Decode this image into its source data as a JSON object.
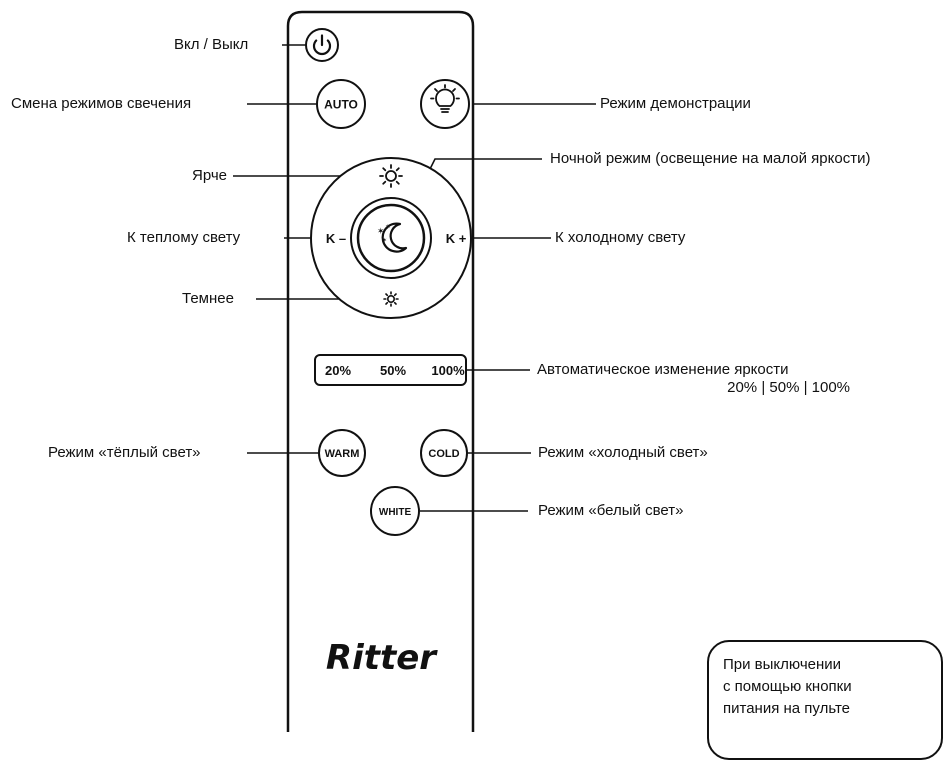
{
  "labels": {
    "power": "Вкл / Выкл",
    "mode_cycle": "Смена режимов свечения",
    "demo": "Режим демонстрации",
    "night": "Ночной режим (освещение на малой яркости)",
    "brighter": "Ярче",
    "warmer": "К теплому свету",
    "cooler": "К холодному свету",
    "dimmer": "Темнее",
    "auto_brightness_line1": "Автоматическое изменение яркости",
    "auto_brightness_line2": "20% | 50% | 100%",
    "warm_mode": "Режим «тёплый свет»",
    "cold_mode": "Режим «холодный свет»",
    "white_mode": "Режим «белый свет»"
  },
  "remote": {
    "buttons": {
      "auto": "AUTO",
      "k_minus": "K –",
      "k_plus": "K +",
      "p20": "20%",
      "p50": "50%",
      "p100": "100%",
      "warm": "WARM",
      "cold": "COLD",
      "white": "WHITE"
    },
    "brand": "Ritter"
  },
  "note": {
    "line1": "При выключении",
    "line2": "с помощью кнопки",
    "line3": "питания на пульте"
  },
  "icons": {
    "power": "power-icon",
    "demo": "lightbulb-icon",
    "brighter": "sun-large-icon",
    "dimmer": "sun-small-icon",
    "night": "moon-stars-icon"
  }
}
